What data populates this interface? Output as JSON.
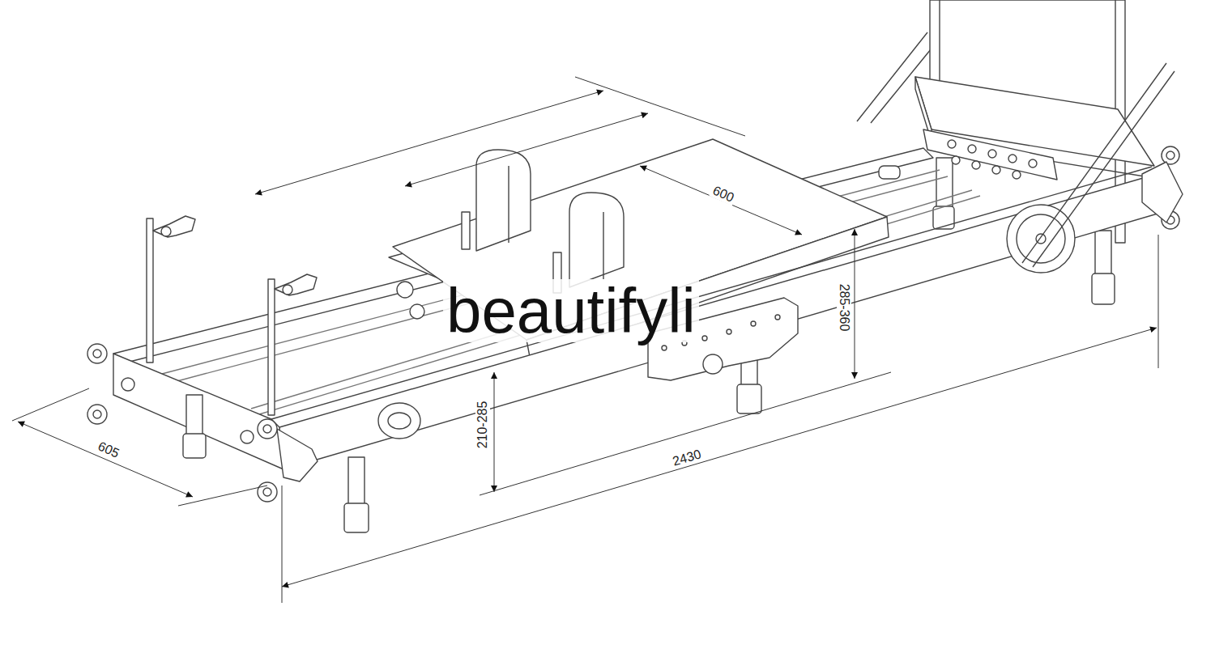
{
  "diagram": {
    "labels": [
      "600",
      "285-360",
      "210-285",
      "2430",
      "605",
      "beautifyli"
    ]
  }
}
